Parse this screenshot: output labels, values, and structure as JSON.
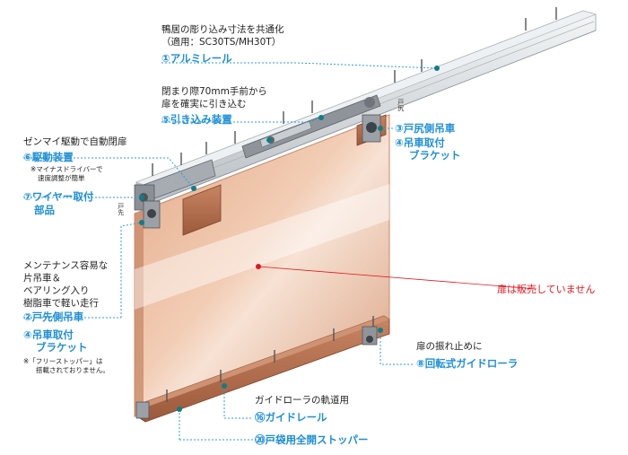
{
  "colors": {
    "label_blue": "#1f8fd6",
    "leader_blue": "#2a9fe0",
    "note_red": "#e0161e",
    "door_fill": "#e7b391",
    "rail_grey": "#cfd4d8"
  },
  "labels": {
    "rail_note": "鴨居の彫り込み寸法を共通化",
    "rail_note2": "（適用：SC30TS/MH30T）",
    "rail": "①アルミレール",
    "pull_note1": "閉まり際70mm手前から",
    "pull_note2": "扉を確実に引き込む",
    "pull": "⑤引き込み装置",
    "rear_hanger": "③戸尻側吊車",
    "rear_bracket1": "④吊車取付",
    "rear_bracket2": "ブラケット",
    "drive_note": "ゼンマイ駆動で自動閉扉",
    "drive": "⑥駆動装置",
    "driver_note1": "※マイナスドライバーで",
    "driver_note2": "速度調整が簡単",
    "wire1": "⑦ワイヤー取付",
    "wire2": "部品",
    "maint1": "メンテナンス容易な",
    "maint2": "片吊車＆",
    "maint3": "ベアリング入り",
    "maint4": "樹脂車で軽い走行",
    "front_hanger": "②戸先側吊車",
    "front_bracket1": "④吊車取付",
    "front_bracket2": "ブラケット",
    "stopper_note1": "※「フリーストッパー」は",
    "stopper_note2": "搭載されておりません。",
    "not_sold": "扉は販売していません",
    "sway_note": "扉の振れ止めに",
    "roller": "⑧回転式ガイドローラ",
    "guide_note": "ガイドローラの軌道用",
    "guide_rail": "⑯ガイドレール",
    "stopper": "⑳戸袋用全開ストッパー",
    "tag_rear": "戸尻",
    "tag_front": "戸先"
  }
}
